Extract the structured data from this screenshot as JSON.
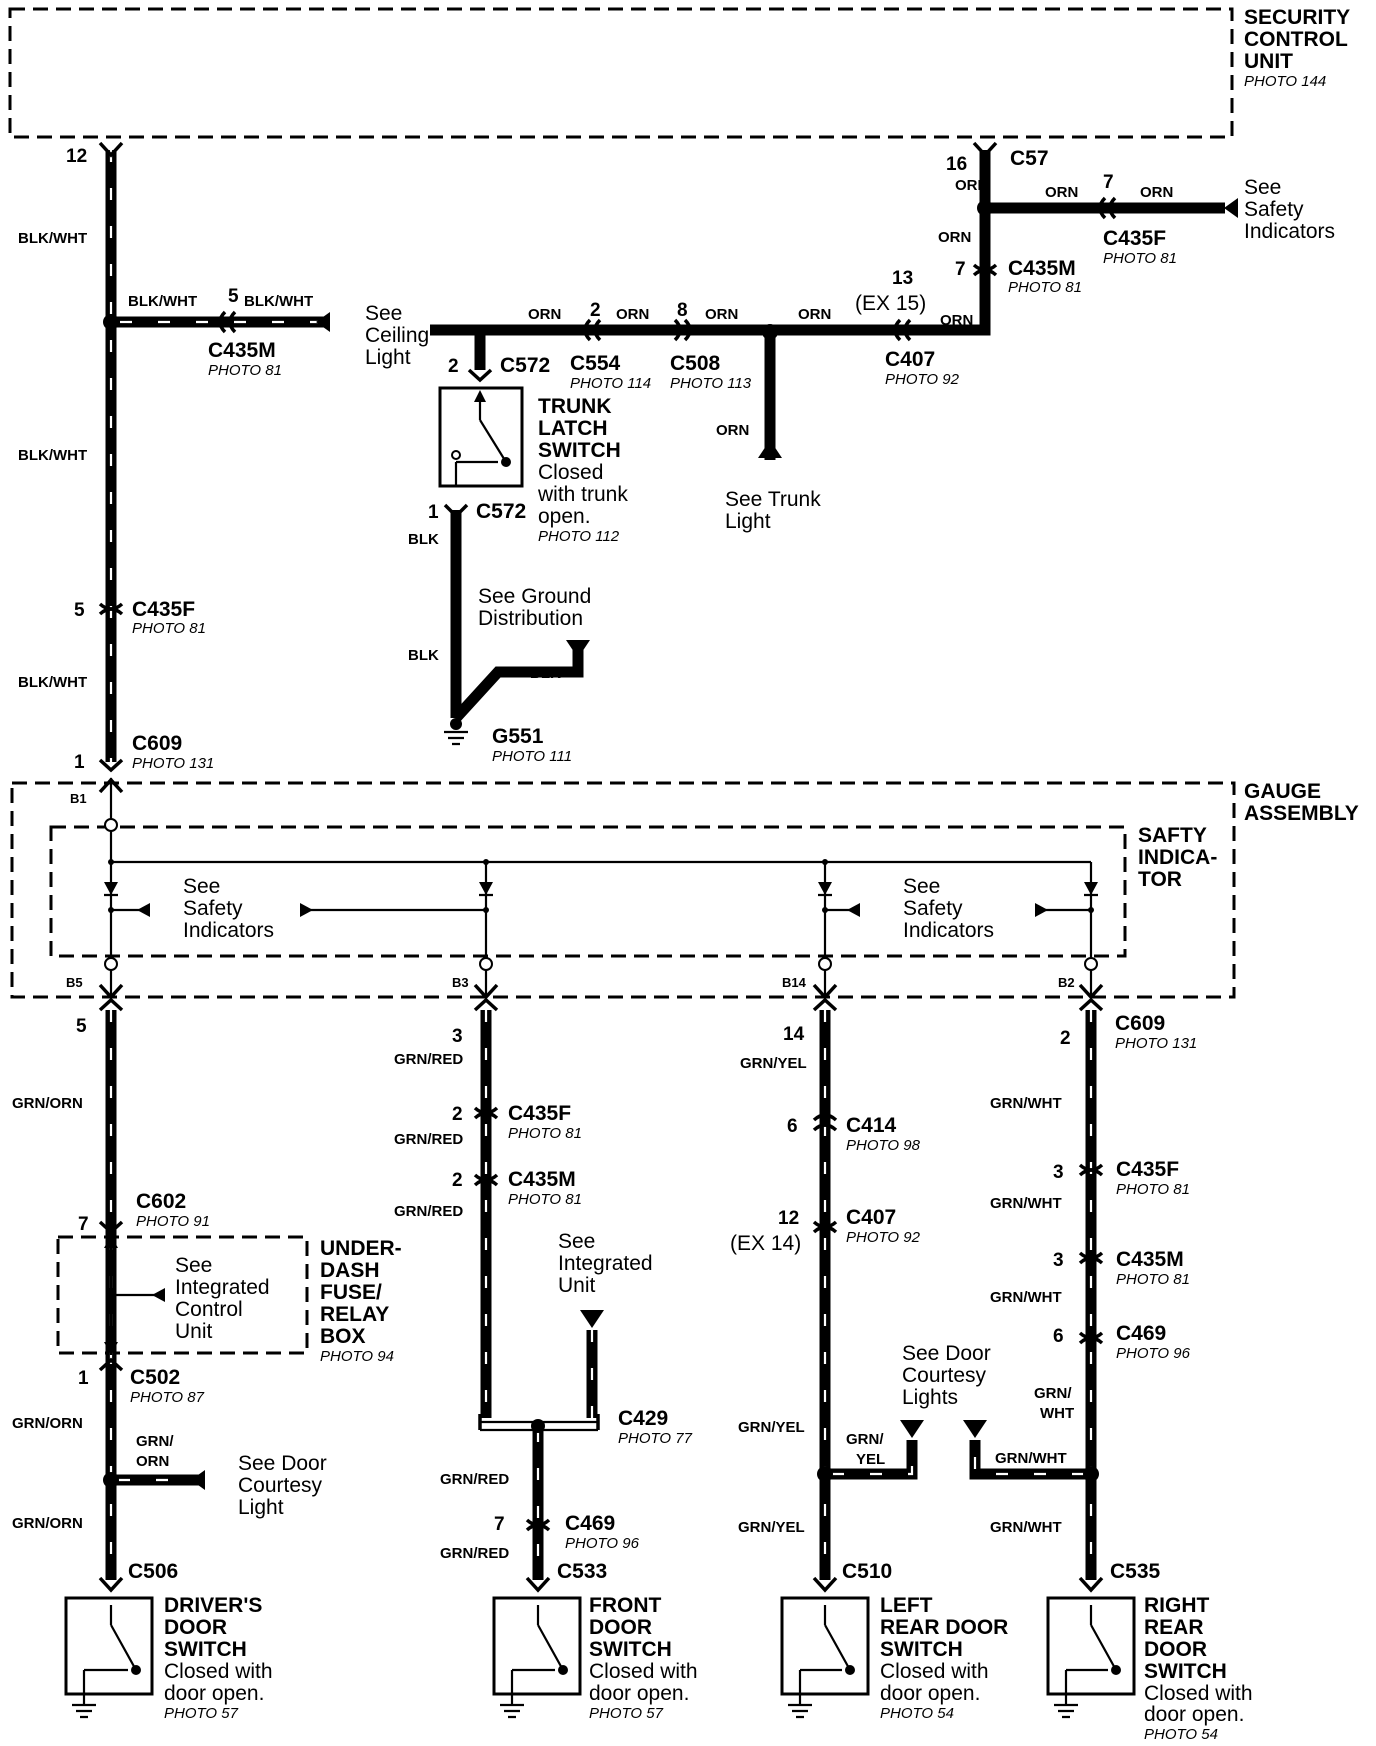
{
  "components": {
    "security": {
      "l1": "SECURITY",
      "l2": "CONTROL",
      "l3": "UNIT",
      "photo": "PHOTO 144"
    },
    "gauge": {
      "l1": "GAUGE",
      "l2": "ASSEMBLY"
    },
    "safety": {
      "l1": "SAFTY",
      "l2": "INDICA-",
      "l3": "TOR"
    },
    "underdash": {
      "l1": "UNDER-",
      "l2": "DASH",
      "l3": "FUSE/",
      "l4": "RELAY",
      "l5": "BOX",
      "photo": "PHOTO 94"
    },
    "trunk": {
      "l1": "TRUNK",
      "l2": "LATCH",
      "l3": "SWITCH",
      "d1": "Closed",
      "d2": "with trunk",
      "d3": "open.",
      "photo": "PHOTO 112"
    },
    "driver": {
      "l1": "DRIVER'S",
      "l2": "DOOR",
      "l3": "SWITCH",
      "d1": "Closed with",
      "d2": "door open.",
      "photo": "PHOTO 57"
    },
    "front": {
      "l1": "FRONT",
      "l2": "DOOR",
      "l3": "SWITCH",
      "d1": "Closed with",
      "d2": "door open.",
      "photo": "PHOTO 57"
    },
    "leftrear": {
      "l1": "LEFT",
      "l2": "REAR DOOR",
      "l3": "SWITCH",
      "d1": "Closed with",
      "d2": "door open.",
      "photo": "PHOTO 54"
    },
    "rightrear": {
      "l1": "RIGHT",
      "l2": "REAR",
      "l3": "DOOR",
      "l4": "SWITCH",
      "d1": "Closed with",
      "d2": "door open.",
      "photo": "PHOTO 54"
    }
  },
  "connectors": {
    "c57": {
      "name": "C57",
      "pin": "16"
    },
    "c435f_top": {
      "name": "C435F",
      "photo": "PHOTO 81",
      "pin": "7"
    },
    "c435m_top": {
      "name": "C435M",
      "photo": "PHOTO 81",
      "pin": "7"
    },
    "c407_top": {
      "name": "C407",
      "photo": "PHOTO 92",
      "pin": "13",
      "ex": "(EX 15)"
    },
    "c508": {
      "name": "C508",
      "photo": "PHOTO 113",
      "pin": "8"
    },
    "c554": {
      "name": "C554",
      "photo": "PHOTO 114",
      "pin": "2"
    },
    "c572_top": {
      "name": "C572",
      "pin": "2"
    },
    "c572_bot": {
      "name": "C572",
      "pin": "1"
    },
    "c435m_left": {
      "name": "C435M",
      "photo": "PHOTO 81",
      "pin": "5"
    },
    "c435f_left": {
      "name": "C435F",
      "photo": "PHOTO 81",
      "pin": "5"
    },
    "c609_top": {
      "name": "C609",
      "photo": "PHOTO 131",
      "pin": "1",
      "pin12": "12"
    },
    "g551": {
      "name": "G551",
      "photo": "PHOTO 111"
    },
    "c609_bot": {
      "name": "C609",
      "photo": "PHOTO 131"
    },
    "c602": {
      "name": "C602",
      "photo": "PHOTO 91",
      "pin": "7"
    },
    "c502": {
      "name": "C502",
      "photo": "PHOTO 87",
      "pin": "1"
    },
    "c506": {
      "name": "C506"
    },
    "c435f_b3": {
      "name": "C435F",
      "photo": "PHOTO 81",
      "pin": "2"
    },
    "c435m_b3": {
      "name": "C435M",
      "photo": "PHOTO 81",
      "pin": "2"
    },
    "c429": {
      "name": "C429",
      "photo": "PHOTO 77"
    },
    "c469_b3": {
      "name": "C469",
      "photo": "PHOTO 96",
      "pin": "7"
    },
    "c533": {
      "name": "C533"
    },
    "c414": {
      "name": "C414",
      "photo": "PHOTO 98",
      "pin": "6"
    },
    "c407_b14": {
      "name": "C407",
      "photo": "PHOTO 92",
      "pin": "12",
      "ex": "(EX 14)"
    },
    "c510": {
      "name": "C510"
    },
    "c435f_b2": {
      "name": "C435F",
      "photo": "PHOTO 81",
      "pin": "3"
    },
    "c435m_b2": {
      "name": "C435M",
      "photo": "PHOTO 81",
      "pin": "3"
    },
    "c469_b2": {
      "name": "C469",
      "photo": "PHOTO 96",
      "pin": "6"
    },
    "c535": {
      "name": "C535"
    }
  },
  "pins": {
    "p5": "5",
    "p3": "3",
    "p14": "14",
    "p2": "2",
    "b1": "B1",
    "b5": "B5",
    "b3": "B3",
    "b14": "B14",
    "b2": "B2"
  },
  "wires": {
    "blkwht": "BLK/WHT",
    "orn": "ORN",
    "blk": "BLK",
    "grnorn": "GRN/ORN",
    "grnred": "GRN/RED",
    "grnyel": "GRN/YEL",
    "grnwht": "GRN/WHT",
    "grn_slash": "GRN/",
    "orn_part": "ORN",
    "yel_part": "YEL",
    "wht_part": "WHT"
  },
  "references": {
    "safety_top": {
      "l1": "See",
      "l2": "Safety",
      "l3": "Indicators"
    },
    "ceiling": {
      "l1": "See",
      "l2": "Ceiling",
      "l3": "Light"
    },
    "trunk_light": {
      "l1": "See Trunk",
      "l2": "Light"
    },
    "ground_dist": {
      "l1": "See Ground",
      "l2": "Distribution"
    },
    "safety_left": {
      "l1": "See",
      "l2": "Safety",
      "l3": "Indicators"
    },
    "safety_right": {
      "l1": "See",
      "l2": "Safety",
      "l3": "Indicators"
    },
    "integrated_control": {
      "l1": "See",
      "l2": "Integrated",
      "l3": "Control",
      "l4": "Unit"
    },
    "integrated_unit": {
      "l1": "See",
      "l2": "Integrated",
      "l3": "Unit"
    },
    "door_courtesy_light": {
      "l1": "See Door",
      "l2": "Courtesy",
      "l3": "Light"
    },
    "door_courtesy_lights": {
      "l1": "See Door",
      "l2": "Courtesy",
      "l3": "Lights"
    }
  }
}
